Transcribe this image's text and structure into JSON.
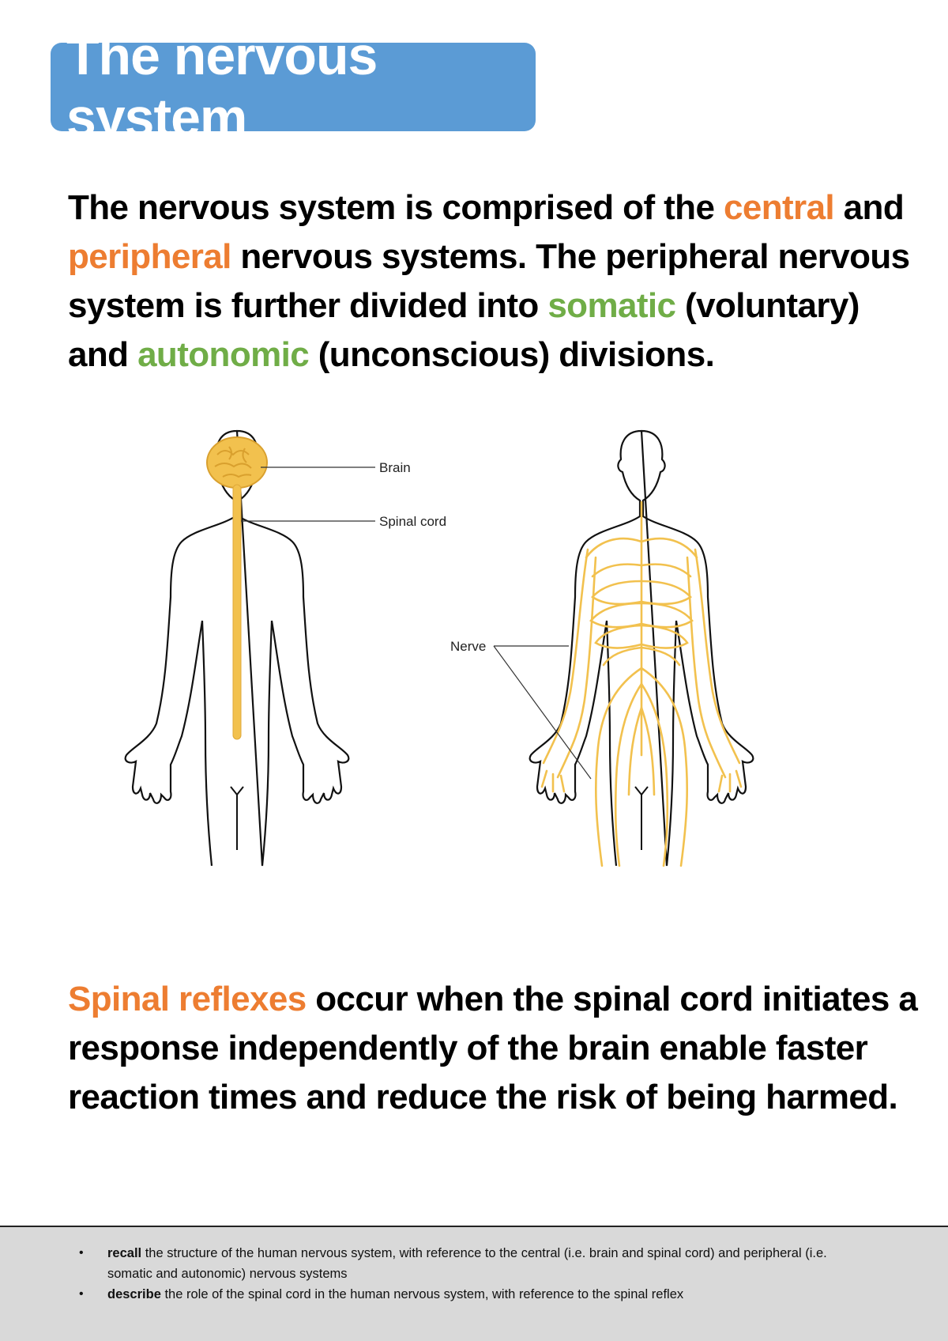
{
  "title": "The nervous system",
  "intro": {
    "p1": "The nervous system is comprised of the ",
    "central": "central",
    "p2": " and ",
    "peripheral": "peripheral",
    "p3": " nervous systems. The peripheral nervous system is further divided into ",
    "somatic": "somatic",
    "p4": " (voluntary) and ",
    "autonomic": "autonomic",
    "p5": " (unconscious) divisions."
  },
  "figure": {
    "brain_label": "Brain",
    "spinal_cord_label": "Spinal cord",
    "nerve_label": "Nerve"
  },
  "reflex": {
    "term": "Spinal reflexes",
    "rest": " occur when the spinal cord initiates a response independently of the brain enable faster reaction times and reduce the risk of being harmed."
  },
  "outcomes": [
    {
      "bullet": "•",
      "verb": "recall",
      "text": " the structure of the human nervous system, with reference to the central (i.e. brain and spinal cord) and peripheral (i.e. somatic and autonomic) nervous systems"
    },
    {
      "bullet": "•",
      "verb": "describe",
      "text": " the role of the spinal cord in the human nervous system, with reference to the spinal reflex"
    }
  ],
  "colors": {
    "title_bg": "#5b9bd5",
    "orange": "#ed7d31",
    "green": "#70ad47",
    "nerve": "#f2c14e",
    "footer_bg": "#d9d9d9"
  }
}
